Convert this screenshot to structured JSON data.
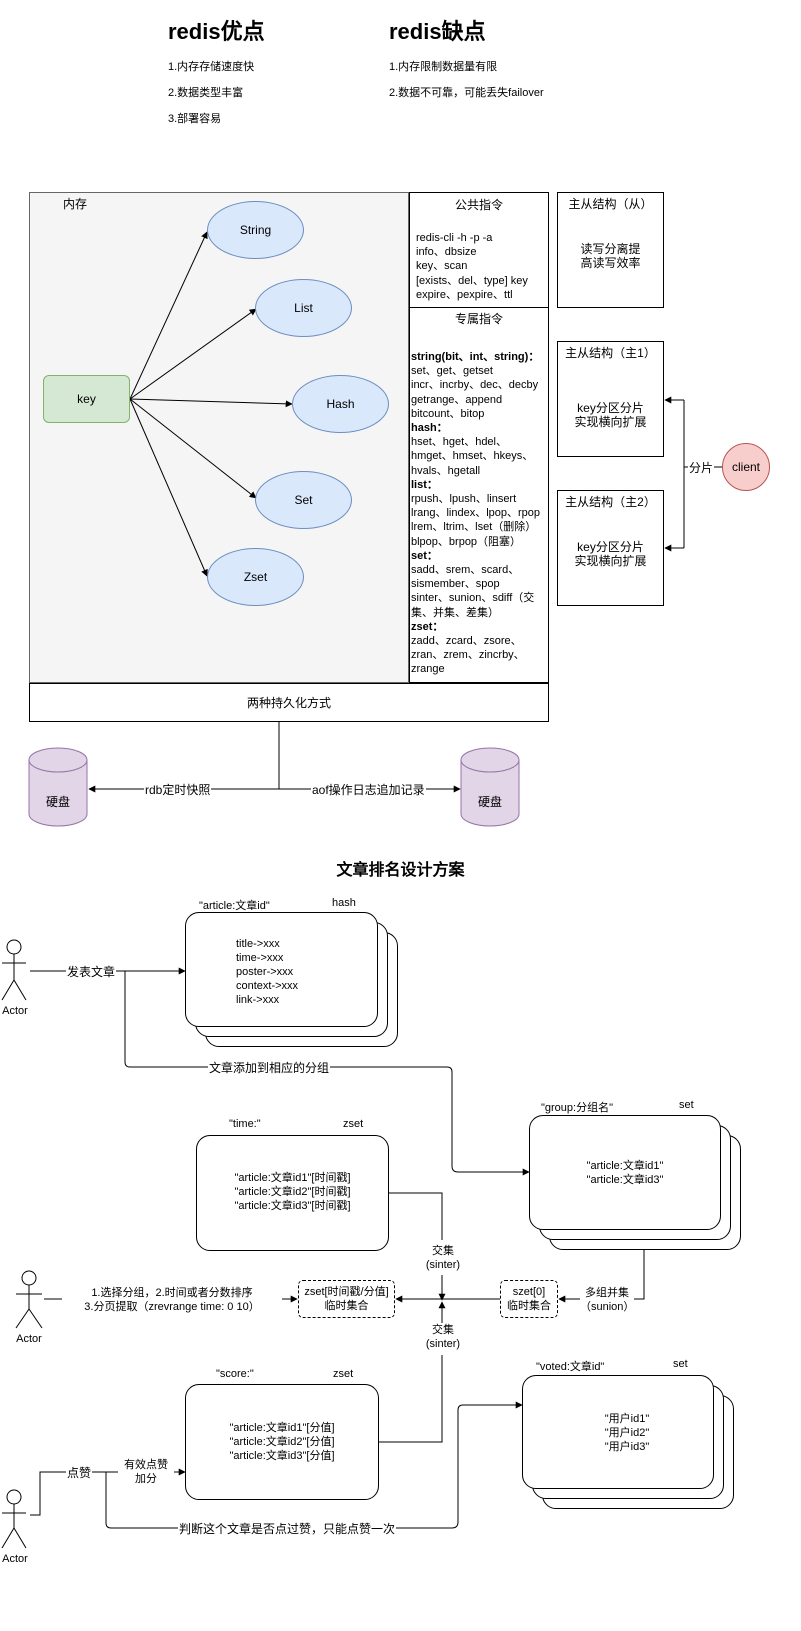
{
  "pros": {
    "title": "redis优点",
    "items": [
      "1.内存存储速度快",
      "2.数据类型丰富",
      "3.部署容易"
    ]
  },
  "cons": {
    "title": "redis缺点",
    "items": [
      "1.内存限制数据量有限",
      "2.数据不可靠，可能丢失failover"
    ]
  },
  "memory": {
    "label": "内存",
    "key": "key",
    "types": [
      "String",
      "List",
      "Hash",
      "Set",
      "Zset"
    ]
  },
  "public_cmds": {
    "title": "公共指令",
    "lines": [
      "redis-cli -h -p -a",
      "info、dbsize",
      "key、scan",
      "[exists、del、type] key",
      "expire、pexpire、ttl"
    ]
  },
  "private_cmds": {
    "title": "专属指令",
    "groups": [
      {
        "head": "string(bit、int、string)：",
        "lines": [
          "set、get、getset",
          "incr、incrby、dec、decby",
          "getrange、append",
          "bitcount、bitop"
        ]
      },
      {
        "head": "hash：",
        "lines": [
          "hset、hget、hdel、",
          "hmget、hmset、hkeys、",
          "hvals、hgetall"
        ]
      },
      {
        "head": "list：",
        "lines": [
          "rpush、lpush、linsert",
          "lrang、lindex、lpop、rpop",
          "lrem、ltrim、lset（删除）",
          "blpop、brpop（阻塞）"
        ]
      },
      {
        "head": "set：",
        "lines": [
          "sadd、srem、scard、",
          "sismember、spop",
          "sinter、sunion、sdiff（交",
          "集、并集、差集）"
        ]
      },
      {
        "head": "zset：",
        "lines": [
          "zadd、zcard、zsore、",
          "zran、zrem、zincrby、",
          "zrange"
        ]
      }
    ]
  },
  "replica": {
    "slave_title": "主从结构（从）",
    "slave_body": [
      "读写分离提",
      "高读写效率"
    ],
    "master1_title": "主从结构（主1）",
    "master2_title": "主从结构（主2）",
    "master_body": [
      "key分区分片",
      "实现横向扩展"
    ],
    "shard_label": "分片",
    "client": "client"
  },
  "persistence": {
    "title": "两种持久化方式",
    "disk": "硬盘",
    "rdb": "rdb定时快照",
    "aof": "aof操作日志追加记录"
  },
  "ranking": {
    "title": "文章排名设计方案",
    "actor": "Actor",
    "publish": "发表文章",
    "article_key": "\"article:文章id\"",
    "hash": "hash",
    "article_fields": [
      "title->xxx",
      "time->xxx",
      "poster->xxx",
      "context->xxx",
      "link->xxx"
    ],
    "add_group": "文章添加到相应的分组",
    "group_key": "\"group:分组名\"",
    "set": "set",
    "group_items": [
      "\"article:文章id1\"",
      "\"article:文章id3\""
    ],
    "time_key": "\"time:\"",
    "zset": "zset",
    "time_items": [
      "\"article:文章id1\"[时间戳]",
      "\"article:文章id2\"[时间戳]",
      "\"article:文章id3\"[时间戳]"
    ],
    "inter1": [
      "交集",
      "(sinter)"
    ],
    "inter2": [
      "交集",
      "(sinter)"
    ],
    "query": [
      "1.选择分组，2.时间或者分数排序",
      "3.分页提取（zrevrange time: 0 10）"
    ],
    "zset_temp": [
      "zset[时间戳/分值]",
      "临时集合"
    ],
    "szet_temp": [
      "szet[0]",
      "临时集合"
    ],
    "union": [
      "多组并集",
      "（sunion）"
    ],
    "score_key": "\"score:\"",
    "score_items": [
      "\"article:文章id1\"[分值]",
      "\"article:文章id2\"[分值]",
      "\"article:文章id3\"[分值]"
    ],
    "voted_key": "\"voted:文章id\"",
    "voted_items": [
      "\"用户id1\"",
      "\"用户id2\"",
      "\"用户id3\""
    ],
    "like": "点赞",
    "valid_like": [
      "有效点赞",
      "加分"
    ],
    "check": "判断这个文章是否点过赞，只能点赞一次"
  },
  "colors": {
    "ellipse_fill": "#dae8fc",
    "ellipse_stroke": "#6c8ebf",
    "key_fill": "#d5e8d4",
    "key_stroke": "#82b366",
    "memory_fill": "#f5f5f5",
    "client_fill": "#f8cecc",
    "client_stroke": "#b85450",
    "disk_fill": "#e1d5e7",
    "disk_stroke": "#9673a6"
  }
}
